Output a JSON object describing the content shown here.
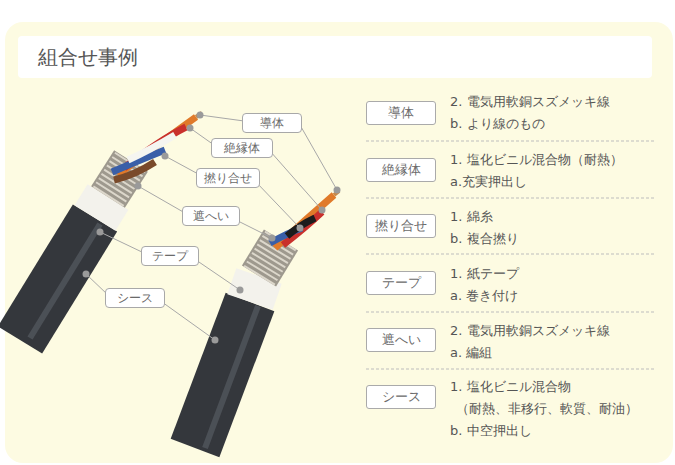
{
  "diagram": {
    "title": "組合せ事例",
    "nodes": [
      {
        "text": [
          "導体"
        ]
      },
      {
        "text": [
          "絶縁体"
        ]
      },
      {
        "text": [
          "撚り合せ"
        ]
      },
      {
        "text": [
          "遮へい"
        ]
      },
      {
        "text": [
          "テープ"
        ]
      },
      {
        "text": [
          "シース"
        ]
      },
      {
        "text": [
          "導体"
        ]
      },
      {
        "text": [
          "絶縁体"
        ]
      },
      {
        "text": [
          "撚り合せ"
        ]
      },
      {
        "text": [
          "テープ"
        ]
      },
      {
        "text": [
          "遮へい"
        ]
      },
      {
        "text": [
          "シース"
        ]
      }
    ],
    "labels": [
      "2. 電気用軟銅スズメッキ線",
      "b. より線のもの",
      "1. 塩化ビニル混合物（耐熱）",
      "a.充実押出し",
      "1. 綿糸",
      "b. 複合撚り",
      "1. 紙テープ",
      "a. 巻き付け",
      "2. 電気用軟銅スズメッキ線",
      "a. 編組",
      "1. 塩化ビニル混合物",
      "（耐熱、非移行、軟質、耐油）",
      "b. 中空押出し"
    ]
  }
}
